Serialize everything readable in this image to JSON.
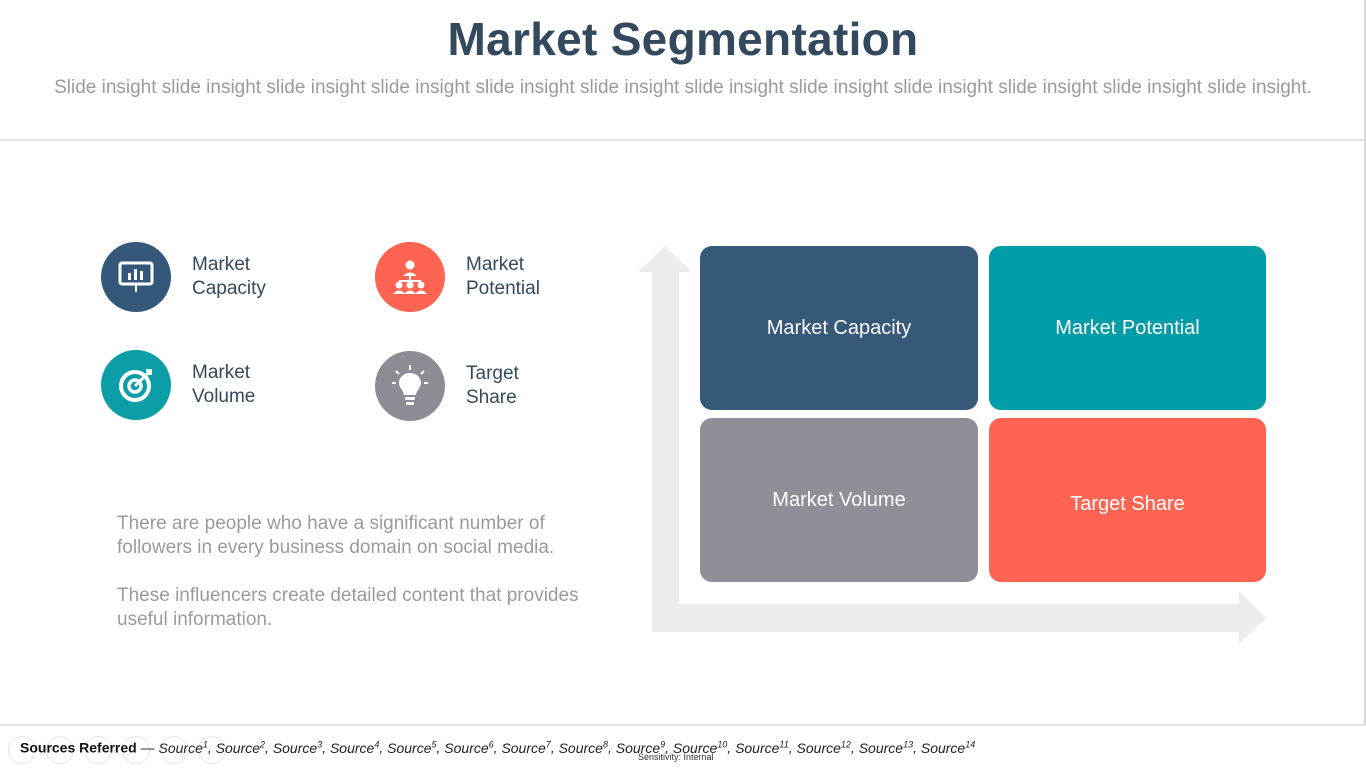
{
  "slide": {
    "title": "Market Segmentation",
    "subtitle": "Slide insight slide insight slide insight slide insight slide insight slide insight slide insight slide insight slide insight slide insight slide insight slide insight."
  },
  "legend": [
    {
      "label": "Market\nCapacity",
      "icon": "presentation-board-icon",
      "color": "#34577a"
    },
    {
      "label": "Market\nPotential",
      "icon": "team-hierarchy-icon",
      "color": "#fe6452"
    },
    {
      "label": "Market\nVolume",
      "icon": "target-dart-icon",
      "color": "#0c9ea8"
    },
    {
      "label": "Target\nShare",
      "icon": "lightbulb-icon",
      "color": "#8c8c94"
    }
  ],
  "body": {
    "paragraph1": "There are people who have a significant number of followers in every business domain on social media.",
    "paragraph2": "These influencers create detailed content that provides useful information."
  },
  "matrix": {
    "top_left": {
      "label": "Market Capacity",
      "color": "#365879"
    },
    "top_right": {
      "label": "Market Potential",
      "color": "#009ca7"
    },
    "bottom_left": {
      "label": "Market Volume",
      "color": "#8f8f98"
    },
    "bottom_right": {
      "label": "Target Share",
      "color": "#ff6452"
    },
    "axis_color": "#ececec"
  },
  "footer": {
    "label": "Sources Referred",
    "dash": "—",
    "source_word": "Source",
    "source_count": 14,
    "sensitivity": "Sensitivity: Internal"
  }
}
